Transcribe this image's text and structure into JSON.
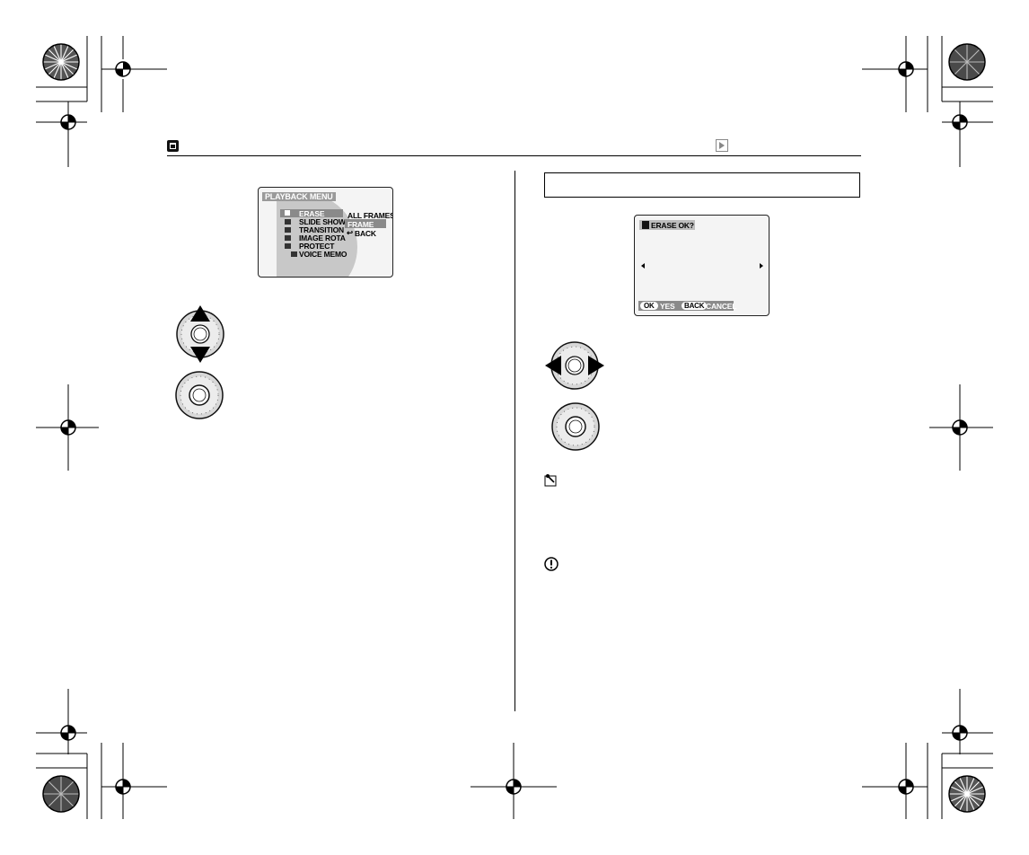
{
  "header": {
    "trash_icon": "trash-icon",
    "playback_icon": "playback-icon"
  },
  "left_screen": {
    "menu_title": "PLAYBACK MENU",
    "items": [
      "ERASE",
      "SLIDE SHOW",
      "TRANSITION",
      "IMAGE ROTA",
      "PROTECT",
      "VOICE MEMO"
    ],
    "submenu": [
      "ALL FRAMES",
      "FRAME",
      "BACK"
    ],
    "selected_item": "ERASE",
    "selected_submenu": "FRAME"
  },
  "right_section_box": "",
  "right_screen": {
    "title": "ERASE OK?",
    "ok_key": "OK",
    "ok_label": "YES",
    "back_key": "BACK",
    "back_label": "CANCEL"
  },
  "colors": {
    "lcd_background": "#f4f4f4",
    "highlight": "#8a8a8a",
    "menu_band": "#c8c8c8"
  }
}
